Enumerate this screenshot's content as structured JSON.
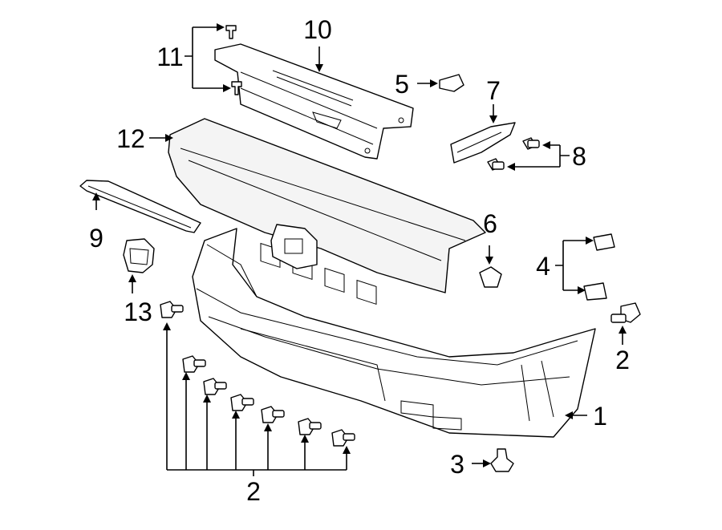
{
  "diagram": {
    "callouts": [
      {
        "id": "c1",
        "label": "1"
      },
      {
        "id": "c2a",
        "label": "2"
      },
      {
        "id": "c2b",
        "label": "2"
      },
      {
        "id": "c3",
        "label": "3"
      },
      {
        "id": "c4",
        "label": "4"
      },
      {
        "id": "c5",
        "label": "5"
      },
      {
        "id": "c6",
        "label": "6"
      },
      {
        "id": "c7",
        "label": "7"
      },
      {
        "id": "c8",
        "label": "8"
      },
      {
        "id": "c9",
        "label": "9"
      },
      {
        "id": "c10",
        "label": "10"
      },
      {
        "id": "c11",
        "label": "11"
      },
      {
        "id": "c12",
        "label": "12"
      },
      {
        "id": "c13",
        "label": "13"
      }
    ]
  }
}
